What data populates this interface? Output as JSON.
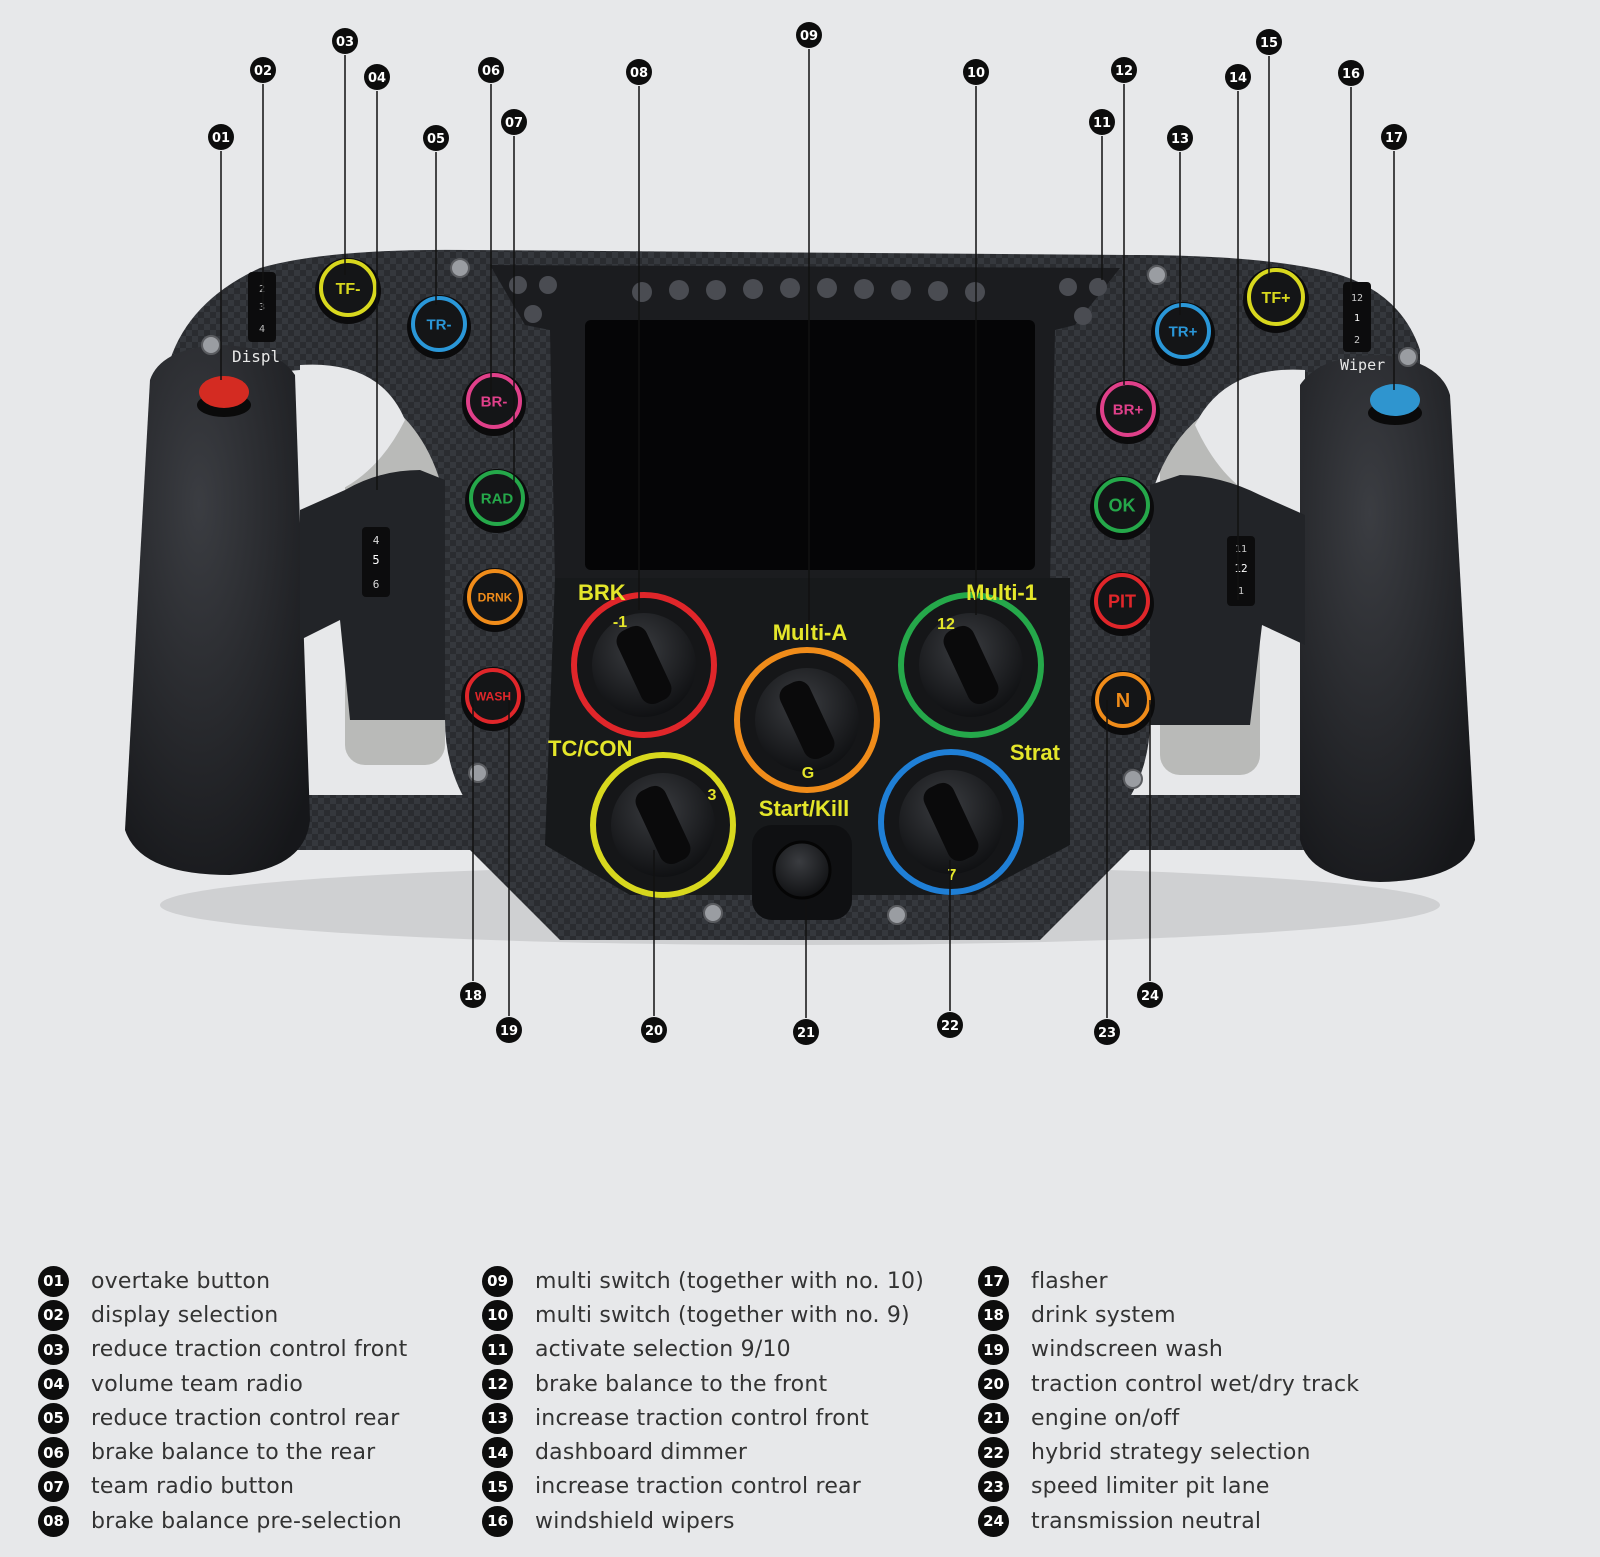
{
  "wheel": {
    "buttons": [
      {
        "id": "tf-minus",
        "label": "TF-",
        "color": "#d8d81e"
      },
      {
        "id": "tr-minus",
        "label": "TR-",
        "color": "#2a97d8"
      },
      {
        "id": "br-minus",
        "label": "BR-",
        "color": "#e0408a"
      },
      {
        "id": "rad",
        "label": "RAD",
        "color": "#25a84a"
      },
      {
        "id": "drnk",
        "label": "DRNK",
        "color": "#f08c1a"
      },
      {
        "id": "wash",
        "label": "WASH",
        "color": "#e0262a"
      },
      {
        "id": "tf-plus",
        "label": "TF+",
        "color": "#d8d81e"
      },
      {
        "id": "tr-plus",
        "label": "TR+",
        "color": "#2a97d8"
      },
      {
        "id": "br-plus",
        "label": "BR+",
        "color": "#e0408a"
      },
      {
        "id": "ok",
        "label": "OK",
        "color": "#25a84a"
      },
      {
        "id": "pit",
        "label": "PIT",
        "color": "#e0262a"
      },
      {
        "id": "n",
        "label": "N",
        "color": "#f08c1a"
      }
    ],
    "rotaries": [
      {
        "id": "brk",
        "title": "BRK",
        "mark": "-1",
        "color": "#e0262a"
      },
      {
        "id": "multi-a",
        "title": "Multi-A",
        "mark": "G",
        "color": "#f08c1a"
      },
      {
        "id": "multi-1",
        "title": "Multi-1",
        "mark": "12",
        "color": "#25a84a"
      },
      {
        "id": "tc-con",
        "title": "TC/CON",
        "mark": "3",
        "color": "#d8d81e"
      },
      {
        "id": "strat",
        "title": "Strat",
        "mark": "7",
        "color": "#1f7fd6"
      }
    ],
    "start_kill_label": "Start/Kill",
    "displ_label": "Displ",
    "wiper_label": "Wiper",
    "thumbwheel_left_top": [
      "2",
      "3",
      "4"
    ],
    "thumbwheel_left_mid": [
      "4",
      "5",
      "6"
    ],
    "thumbwheel_right_top": [
      "12",
      "1",
      "2"
    ],
    "thumbwheel_right_mid": [
      "11",
      "12",
      "1"
    ],
    "overtake_color": "#d42b22",
    "flasher_color": "#2f95cf",
    "panel_text_color": "#e4e62a"
  },
  "callouts": [
    "01",
    "02",
    "03",
    "04",
    "05",
    "06",
    "07",
    "08",
    "09",
    "10",
    "11",
    "12",
    "13",
    "14",
    "15",
    "16",
    "17",
    "18",
    "19",
    "20",
    "21",
    "22",
    "23",
    "24"
  ],
  "legend": [
    {
      "num": "01",
      "text": "overtake button"
    },
    {
      "num": "02",
      "text": "display selection"
    },
    {
      "num": "03",
      "text": "reduce traction control front"
    },
    {
      "num": "04",
      "text": "volume team radio"
    },
    {
      "num": "05",
      "text": "reduce traction control rear"
    },
    {
      "num": "06",
      "text": "brake balance to the rear"
    },
    {
      "num": "07",
      "text": "team radio button"
    },
    {
      "num": "08",
      "text": "brake balance pre-selection"
    },
    {
      "num": "09",
      "text": "multi switch (together with no. 10)"
    },
    {
      "num": "10",
      "text": "multi switch (together with no. 9)"
    },
    {
      "num": "11",
      "text": "activate selection 9/10"
    },
    {
      "num": "12",
      "text": "brake balance to the front"
    },
    {
      "num": "13",
      "text": "increase traction control front"
    },
    {
      "num": "14",
      "text": "dashboard dimmer"
    },
    {
      "num": "15",
      "text": "increase traction control rear"
    },
    {
      "num": "16",
      "text": "windshield wipers"
    },
    {
      "num": "17",
      "text": "flasher"
    },
    {
      "num": "18",
      "text": "drink system"
    },
    {
      "num": "19",
      "text": "windscreen wash"
    },
    {
      "num": "20",
      "text": "traction control wet/dry track"
    },
    {
      "num": "21",
      "text": "engine on/off"
    },
    {
      "num": "22",
      "text": "hybrid strategy selection"
    },
    {
      "num": "23",
      "text": "speed limiter pit lane"
    },
    {
      "num": "24",
      "text": "transmission neutral"
    }
  ]
}
